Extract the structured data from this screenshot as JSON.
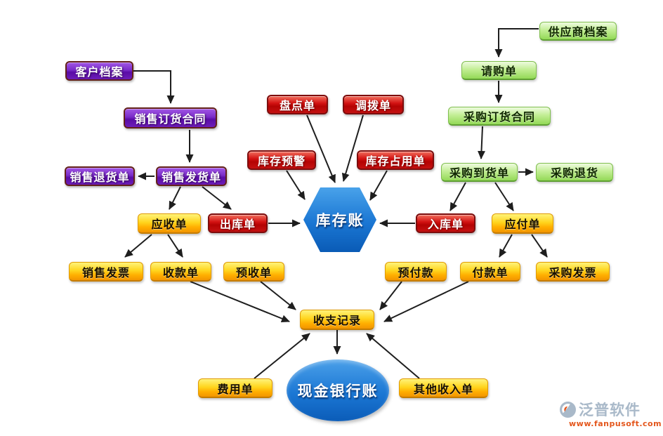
{
  "palette": {
    "purple_box": "#6a1fb5",
    "red_box": "#c40808",
    "green_box": "#a6e070",
    "yellow_box": "#ffc800",
    "blue_shape": "#1173d2",
    "arrow": "#1e1e1e",
    "watermark_text": "#a9b9c9",
    "watermark_url": "#e4561c"
  },
  "diagram": {
    "nodes": {
      "customer_archive": {
        "label": "客户档案"
      },
      "sales_order_contract": {
        "label": "销售订货合同"
      },
      "sales_return_order": {
        "label": "销售退货单"
      },
      "sales_delivery_order": {
        "label": "销售发货单"
      },
      "supplier_archive": {
        "label": "供应商档案"
      },
      "purchase_requisition": {
        "label": "请购单"
      },
      "purchase_order_contract": {
        "label": "采购订货合同"
      },
      "purchase_arrival_order": {
        "label": "采购到货单"
      },
      "purchase_return": {
        "label": "采购退货"
      },
      "stocktake_order": {
        "label": "盘点单"
      },
      "transfer_order": {
        "label": "调拨单"
      },
      "inventory_warning": {
        "label": "库存预警"
      },
      "inventory_occupation_order": {
        "label": "库存占用单"
      },
      "outbound_order": {
        "label": "出库单"
      },
      "inbound_order": {
        "label": "入库单"
      },
      "inventory_account": {
        "label": "库存账"
      },
      "receivable_order": {
        "label": "应收单"
      },
      "payable_order": {
        "label": "应付单"
      },
      "sales_invoice": {
        "label": "销售发票"
      },
      "receipt_order": {
        "label": "收款单"
      },
      "advance_receipt_order": {
        "label": "预收单"
      },
      "advance_payment": {
        "label": "预付款"
      },
      "payment_order": {
        "label": "付款单"
      },
      "purchase_invoice": {
        "label": "采购发票"
      },
      "income_expense_record": {
        "label": "收支记录"
      },
      "expense_order": {
        "label": "费用单"
      },
      "cash_bank_account": {
        "label": "现金银行账"
      },
      "other_income_order": {
        "label": "其他收入单"
      }
    },
    "watermark": {
      "brand": "泛普软件",
      "url": "www.fanpusoft.com"
    }
  }
}
